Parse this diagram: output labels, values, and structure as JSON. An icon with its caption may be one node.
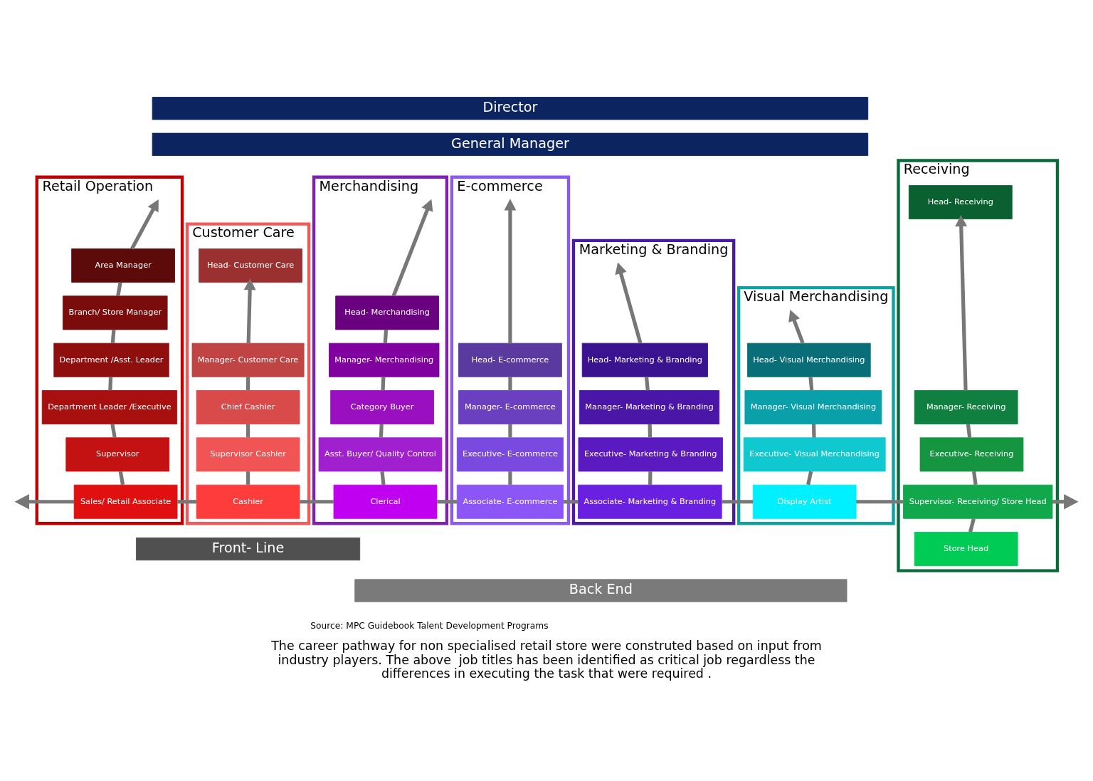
{
  "diagram": {
    "caption": "The career pathway for non specialised retail store were construted based on input from industry players. The above  job titles has been identified as critical job regardless the differences in executing the task that were required .",
    "nodes": [
      {
        "text": [
          "Director"
        ]
      },
      {
        "text": [
          "General Manager"
        ]
      },
      {
        "text": [
          "Retail Operation"
        ]
      },
      {
        "text": [
          "Area Manager"
        ],
        "in": 2
      },
      {
        "text": [
          "Branch/ Store Manager"
        ],
        "in": 2
      },
      {
        "text": [
          "Department /Asst. Leader"
        ],
        "in": 2
      },
      {
        "text": [
          "Department Leader /Executive"
        ],
        "in": 2
      },
      {
        "text": [
          "Supervisor"
        ],
        "in": 2
      },
      {
        "text": [
          "Sales/ Retail Associate"
        ],
        "in": 2
      },
      {
        "text": [
          "Customer Care"
        ]
      },
      {
        "text": [
          "Head- Customer Care"
        ],
        "in": 9
      },
      {
        "text": [
          "Manager- Customer Care"
        ],
        "in": 9
      },
      {
        "text": [
          "Chief Cashier"
        ],
        "in": 9
      },
      {
        "text": [
          "Supervisor Cashier"
        ],
        "in": 9
      },
      {
        "text": [
          "Cashier"
        ],
        "in": 9
      },
      {
        "text": [
          "Merchandising"
        ]
      },
      {
        "text": [
          "Head- Merchandising"
        ],
        "in": 15
      },
      {
        "text": [
          "Manager- Merchandising"
        ],
        "in": 15
      },
      {
        "text": [
          "Category Buyer"
        ],
        "in": 15
      },
      {
        "text": [
          "Asst. Buyer/ Quality Control"
        ],
        "in": 15
      },
      {
        "text": [
          "Clerical"
        ],
        "in": 15
      },
      {
        "text": [
          "E-commerce"
        ]
      },
      {
        "text": [
          "Head- E-commerce"
        ],
        "in": 21
      },
      {
        "text": [
          "Manager- E-commerce"
        ],
        "in": 21
      },
      {
        "text": [
          "Executive- E-commerce"
        ],
        "in": 21
      },
      {
        "text": [
          "Associate- E-commerce"
        ],
        "in": 21
      },
      {
        "text": [
          "Marketing & Branding"
        ]
      },
      {
        "text": [
          "Head- Marketing & Branding"
        ],
        "in": 26
      },
      {
        "text": [
          "Manager- Marketing & Branding"
        ],
        "in": 26
      },
      {
        "text": [
          "Executive- Marketing & Branding"
        ],
        "in": 26
      },
      {
        "text": [
          "Associate- Marketing & Branding"
        ],
        "in": 26
      },
      {
        "text": [
          "Visual Merchandising"
        ]
      },
      {
        "text": [
          "Head- Visual Merchandising"
        ],
        "in": 31
      },
      {
        "text": [
          "Manager- Visual Merchandising"
        ],
        "in": 31
      },
      {
        "text": [
          "Executive- Visual Merchandising"
        ],
        "in": 31
      },
      {
        "text": [
          "Display Artist"
        ],
        "in": 31
      },
      {
        "text": [
          "Receiving"
        ]
      },
      {
        "text": [
          "Head- Receiving"
        ],
        "in": 36
      },
      {
        "text": [
          "Manager- Receiving"
        ],
        "in": 36
      },
      {
        "text": [
          "Executive- Receiving"
        ],
        "in": 36
      },
      {
        "text": [
          "Supervisor- Receiving/ Store Head"
        ],
        "in": 36
      },
      {
        "text": [
          "Store Head"
        ],
        "in": 36
      },
      {
        "text": [
          "Front- Line"
        ]
      },
      {
        "text": [
          "Back End"
        ]
      }
    ],
    "edges": [
      {
        "from": 8,
        "to": 7,
        "arrow": "none"
      },
      {
        "from": 7,
        "to": 6,
        "arrow": "none"
      },
      {
        "from": 6,
        "to": 5,
        "arrow": "none"
      },
      {
        "from": 5,
        "to": 4,
        "arrow": "none"
      },
      {
        "from": 4,
        "to": 3,
        "arrow": "none"
      },
      {
        "from": 3,
        "to": null,
        "arrow": "to"
      },
      {
        "from": 14,
        "to": 13,
        "arrow": "none"
      },
      {
        "from": 13,
        "to": 12,
        "arrow": "none"
      },
      {
        "from": 12,
        "to": 11,
        "arrow": "none"
      },
      {
        "from": 11,
        "to": 10,
        "arrow": "to"
      },
      {
        "from": 20,
        "to": 19,
        "arrow": "none"
      },
      {
        "from": 19,
        "to": 18,
        "arrow": "none"
      },
      {
        "from": 18,
        "to": 17,
        "arrow": "none"
      },
      {
        "from": 17,
        "to": 16,
        "arrow": "none"
      },
      {
        "from": 16,
        "to": null,
        "arrow": "to"
      },
      {
        "from": 25,
        "to": 24,
        "arrow": "none"
      },
      {
        "from": 24,
        "to": 23,
        "arrow": "none"
      },
      {
        "from": 23,
        "to": 22,
        "arrow": "none"
      },
      {
        "from": 22,
        "to": null,
        "arrow": "to"
      },
      {
        "from": 30,
        "to": 29,
        "arrow": "none"
      },
      {
        "from": 29,
        "to": 28,
        "arrow": "none"
      },
      {
        "from": 28,
        "to": 27,
        "arrow": "none"
      },
      {
        "from": 27,
        "to": null,
        "arrow": "to"
      },
      {
        "from": 35,
        "to": 34,
        "arrow": "none"
      },
      {
        "from": 34,
        "to": 33,
        "arrow": "none"
      },
      {
        "from": 33,
        "to": 32,
        "arrow": "none"
      },
      {
        "from": 32,
        "to": null,
        "arrow": "to"
      },
      {
        "from": 41,
        "to": 40,
        "arrow": "none"
      },
      {
        "from": 40,
        "to": 39,
        "arrow": "none"
      },
      {
        "from": 39,
        "to": 38,
        "arrow": "none"
      },
      {
        "from": 38,
        "to": 37,
        "arrow": "to"
      },
      {
        "from": 8,
        "to": null,
        "arrow": "to"
      },
      {
        "from": 8,
        "to": 14,
        "arrow": "none"
      },
      {
        "from": 14,
        "to": 20,
        "arrow": "none"
      },
      {
        "from": 20,
        "to": 25,
        "arrow": "none"
      },
      {
        "from": 25,
        "to": 30,
        "arrow": "none"
      },
      {
        "from": 30,
        "to": 35,
        "arrow": "none"
      },
      {
        "from": 35,
        "to": 40,
        "arrow": "none"
      },
      {
        "from": 40,
        "to": null,
        "arrow": "to"
      }
    ],
    "labels": [
      "Source: MPC Guidebook Talent Development Programs"
    ]
  }
}
